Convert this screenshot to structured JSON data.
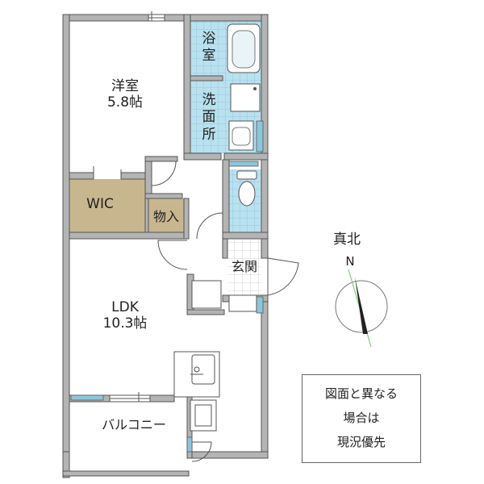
{
  "rooms": {
    "western": "洋室\n5.8帖",
    "bath": "浴\n室",
    "washroom": "洗\n面\n所",
    "wic": "WIC",
    "storage": "物入",
    "entrance": "玄関",
    "ldk": "LDK\n10.3帖",
    "balcony": "バルコニー"
  },
  "compass": {
    "label": "真北",
    "north": "N"
  },
  "disclaimer": {
    "line1": "図面と異なる",
    "line2": "場合は",
    "line3": "現況優先"
  },
  "colors": {
    "wall": "#b4b4b4",
    "wall_outline": "#555555",
    "wic_fill": "#c8b68e",
    "tile_fill": "#b9e1ef",
    "tile_grid": "#8fc2d6",
    "fixture_blue": "#8cc6dc",
    "compass_line": "#7fd07f"
  }
}
